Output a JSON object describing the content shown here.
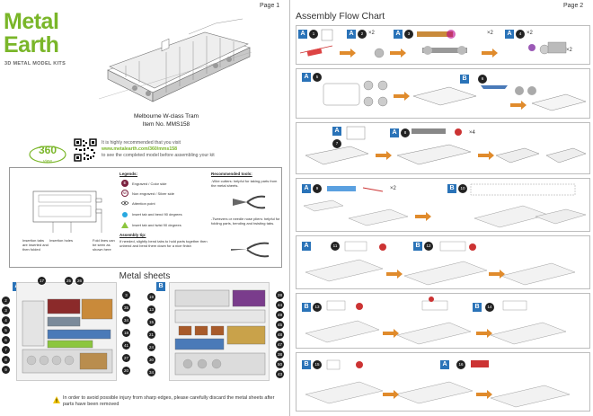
{
  "pages": [
    {
      "label": "Page 1"
    },
    {
      "label": "Page 2"
    }
  ],
  "brand": {
    "line1": "Metal",
    "line2": "Earth",
    "tagline": "3D METAL MODEL KITS",
    "color": "#7ab629"
  },
  "model": {
    "name": "Melbourne W-class Tram",
    "item": "Item  No. MMS158"
  },
  "badge": {
    "text": "360",
    "sub": "view"
  },
  "visit": {
    "line1": "It is highly recommended that you visit",
    "url": "www.metalearth.com/360/mms158",
    "line3": "to see the completed model before assembling your kit"
  },
  "callouts": {
    "insertion_tabs": "Insertion tabs are inserted and then folded",
    "insertion_holes": "Insertion holes",
    "fold_lines": "Fold lines can be seen as shown here"
  },
  "legends": {
    "title": "Legends:",
    "engraved": "Engraved / Color side",
    "non_engraved": "Non engraved / Silver side",
    "attention": "Attention point",
    "bend90": "Insert tab and bend 90 degrees",
    "twist90": "Insert tab and twist 90 degrees",
    "ne_badge": "NE",
    "engraved_badge": "E"
  },
  "assembly_tip": {
    "title": "Assembly tip:",
    "text": "If needed, slightly bend tabs to hold parts together then unbend and bend them down for a nice finish"
  },
  "tools": {
    "title": "Recommended tools:",
    "wire": "-Wire cutters: helpful for taking parts from the metal sheets.",
    "tweezers": "-Tweezers or needle nose pliers: helpful for folding parts, bending and twisting tabs."
  },
  "metal_sheets": {
    "title": "Metal sheets",
    "sheet_a": "A",
    "sheet_b": "B",
    "numbers_a_left": [
      "2",
      "3",
      "4",
      "5",
      "6",
      "7",
      "8",
      "9",
      "10",
      "11"
    ],
    "numbers_a_top": [
      "17",
      "25",
      "26"
    ],
    "numbers_a_right": [
      "3",
      "35",
      "34",
      "18",
      "41",
      "27",
      "20",
      "16"
    ],
    "numbers_b_left": [
      "19",
      "13",
      "15",
      "21",
      "24",
      "30",
      "34"
    ],
    "numbers_b_right": [
      "28",
      "44",
      "49",
      "45",
      "48",
      "47",
      "38",
      "50",
      "43",
      "38"
    ]
  },
  "warning": "In order to avoid possible injury from sharp edges, please carefully discard the metal sheets after parts have been removed",
  "assembly": {
    "title": "Assembly Flow Chart",
    "rows": [
      {
        "steps": [
          {
            "sheet": "A",
            "num": "1"
          },
          {
            "sheet": "A",
            "num": "2",
            "qty": "×2"
          },
          {
            "sheet": "A",
            "num": "3"
          },
          {
            "sheet": "A",
            "num": "4",
            "qty": "×2"
          }
        ],
        "extra_qty": [
          "×2",
          "×2"
        ]
      },
      {
        "steps": [
          {
            "sheet": "A",
            "num": "5"
          },
          {
            "sheet": "B",
            "num": "6"
          }
        ]
      },
      {
        "steps": [
          {
            "sheet": "A",
            "num": "7"
          },
          {
            "sheet": "A",
            "num": "8",
            "qty": "×4"
          }
        ]
      },
      {
        "steps": [
          {
            "sheet": "A",
            "num": "9",
            "qty": "×2"
          },
          {
            "sheet": "B",
            "num": "10"
          }
        ]
      },
      {
        "steps": [
          {
            "sheet": "A",
            "num": "11"
          },
          {
            "sheet": "B",
            "num": "12"
          }
        ]
      },
      {
        "steps": [
          {
            "sheet": "B",
            "num": "13"
          },
          {
            "sheet": "B",
            "num": "14"
          }
        ]
      },
      {
        "steps": [
          {
            "sheet": "B",
            "num": "15"
          },
          {
            "sheet": "A",
            "num": "16"
          }
        ]
      }
    ]
  }
}
